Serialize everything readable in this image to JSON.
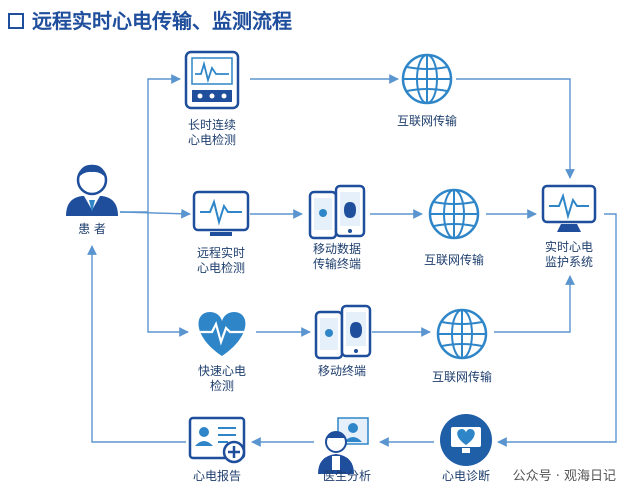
{
  "title": "远程实时心电传输、监测流程",
  "watermark": "公众号 · 观海日记",
  "colors": {
    "accent": "#2e86c9",
    "dark": "#1f4e9c",
    "line": "#5b95cf"
  },
  "nodes": {
    "patient": {
      "label": "患 者",
      "icon": "patient-icon"
    },
    "holter": {
      "line1": "长时连续",
      "line2": "心电检测",
      "icon": "holter-monitor-icon"
    },
    "internet_top": {
      "label": "互联网传输",
      "icon": "globe-icon"
    },
    "remote_ecg": {
      "line1": "远程实时",
      "line2": "心电检测",
      "icon": "ecg-monitor-icon"
    },
    "mobile_data": {
      "line1": "移动数据",
      "line2": "传输终端",
      "icon": "mobile-phones-icon"
    },
    "internet_mid": {
      "label": "互联网传输",
      "icon": "globe-icon"
    },
    "monitor_system": {
      "line1": "实时心电",
      "line2": "监护系统",
      "icon": "ecg-screen-icon"
    },
    "quick_ecg": {
      "line1": "快速心电",
      "line2": "检测",
      "icon": "heart-pulse-icon"
    },
    "mobile_term": {
      "label": "移动终端",
      "icon": "mobile-phones-icon"
    },
    "internet_bot": {
      "label": "互联网传输",
      "icon": "globe-icon"
    },
    "diagnosis": {
      "label": "心电诊断",
      "icon": "diagnosis-icon"
    },
    "doctor": {
      "label": "医生分析",
      "icon": "doctor-icon"
    },
    "report": {
      "label": "心电报告",
      "icon": "report-icon"
    }
  }
}
